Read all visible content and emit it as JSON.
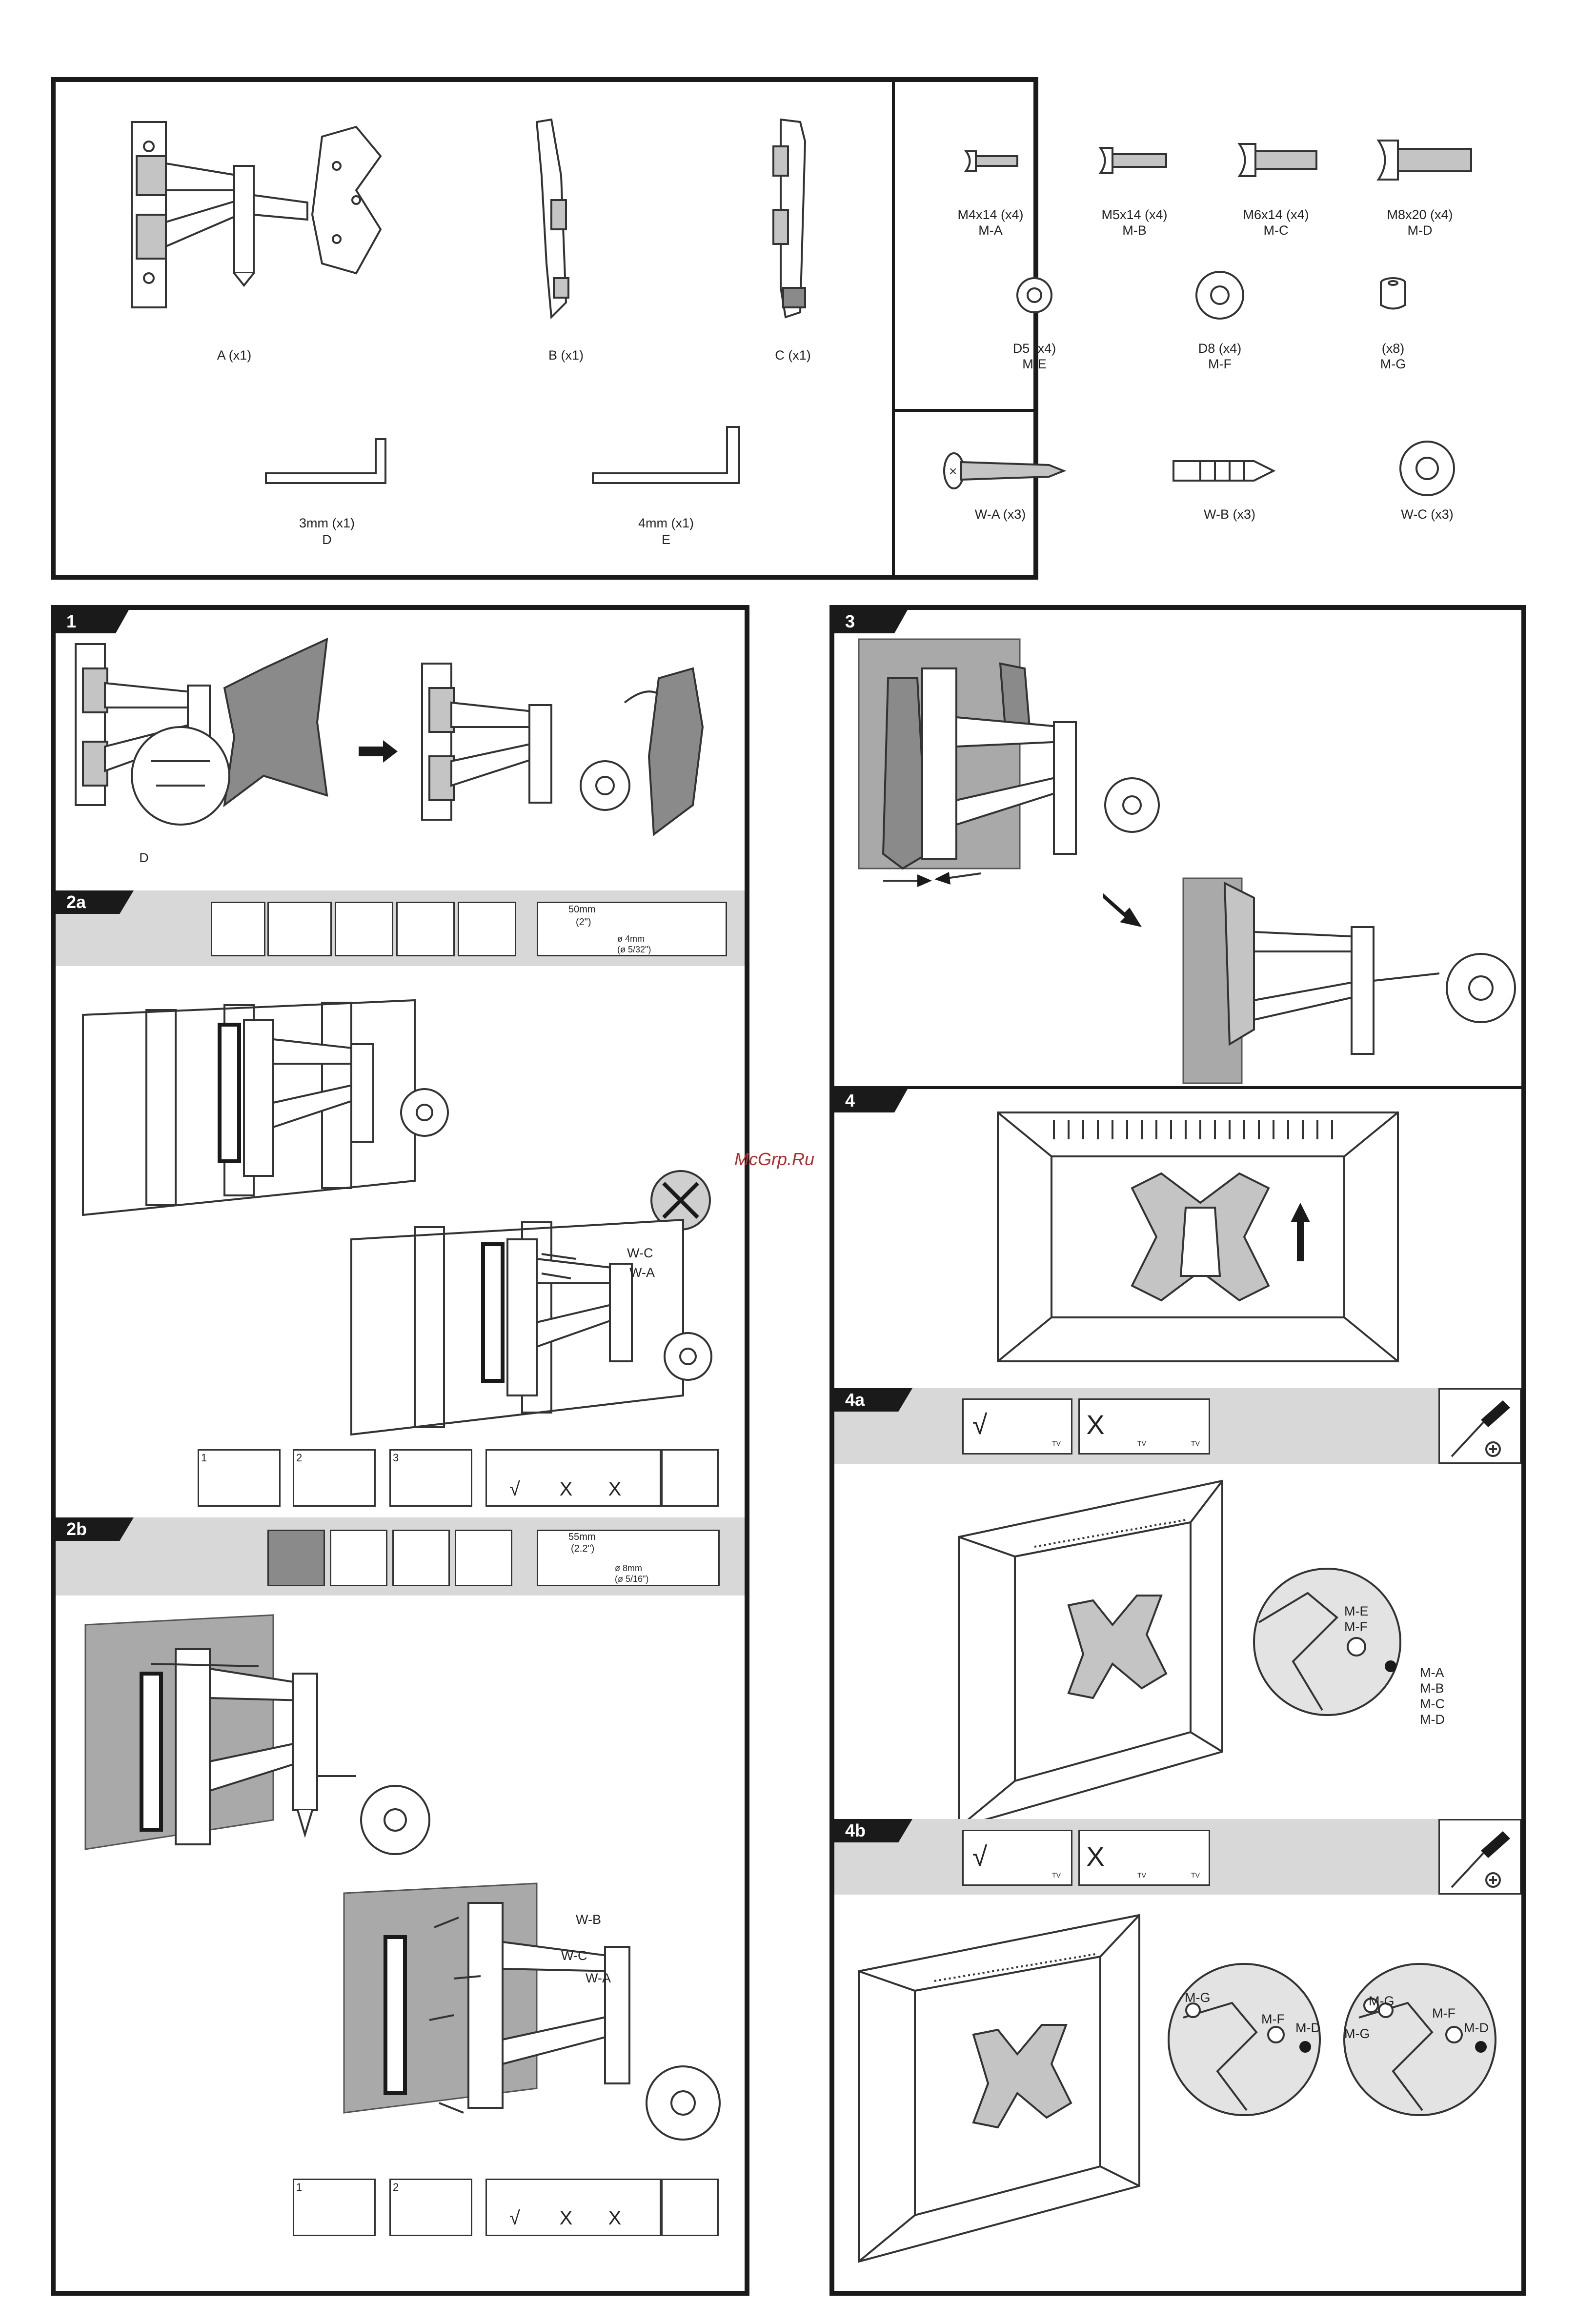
{
  "parts": {
    "a": "A (x1)",
    "b": "B (x1)",
    "c": "C (x1)",
    "d_size": "3mm (x1)",
    "d_id": "D",
    "e_size": "4mm (x1)",
    "e_id": "E"
  },
  "hardware": {
    "ma_size": "M4x14 (x4)",
    "ma_id": "M-A",
    "mb_size": "M5x14 (x4)",
    "mb_id": "M-B",
    "mc_size": "M6x14 (x4)",
    "mc_id": "M-C",
    "md_size": "M8x20 (x4)",
    "md_id": "M-D",
    "me_size": "D5 (x4)",
    "me_id": "M-E",
    "mf_size": "D8 (x4)",
    "mf_id": "M-F",
    "mg_size": "(x8)",
    "mg_id": "M-G"
  },
  "wall_hardware": {
    "wa": "W-A (x3)",
    "wb": "W-B (x3)",
    "wc": "W-C (x3)"
  },
  "steps": {
    "s1": "1",
    "s1_label_d": "D",
    "s2a": "2a",
    "s2a_depth": "50mm",
    "s2a_depth_in": "(2\")",
    "s2a_bit": "ø 4mm",
    "s2a_bit_in": "(ø 5/32\")",
    "s2a_wc": "W-C",
    "s2a_wa": "W-A",
    "s2a_sub1": "1",
    "s2a_sub2": "2",
    "s2a_sub3": "3",
    "s2b": "2b",
    "s2b_depth": "55mm",
    "s2b_depth_in": "(2.2\")",
    "s2b_bit": "ø 8mm",
    "s2b_bit_in": "(ø 5/16\")",
    "s2b_wb": "W-B",
    "s2b_wc": "W-C",
    "s2b_wa": "W-A",
    "s2b_sub1": "1",
    "s2b_sub2": "2",
    "s3": "3",
    "s4": "4",
    "s4a": "4a",
    "s4a_me": "M-E",
    "s4a_mf": "M-F",
    "s4a_ma": "M-A",
    "s4a_mb": "M-B",
    "s4a_mc": "M-C",
    "s4a_md": "M-D",
    "tv_tag": "TV",
    "s4b": "4b",
    "s4b_mg1": "M-G",
    "s4b_mf1": "M-F",
    "s4b_md1": "M-D",
    "s4b_mg2": "M-G",
    "s4b_mg3": "M-G",
    "s4b_mf2": "M-F",
    "s4b_md2": "M-D"
  },
  "check_marks": {
    "ok": "√",
    "no": "X"
  },
  "watermark": "McGrp.Ru"
}
